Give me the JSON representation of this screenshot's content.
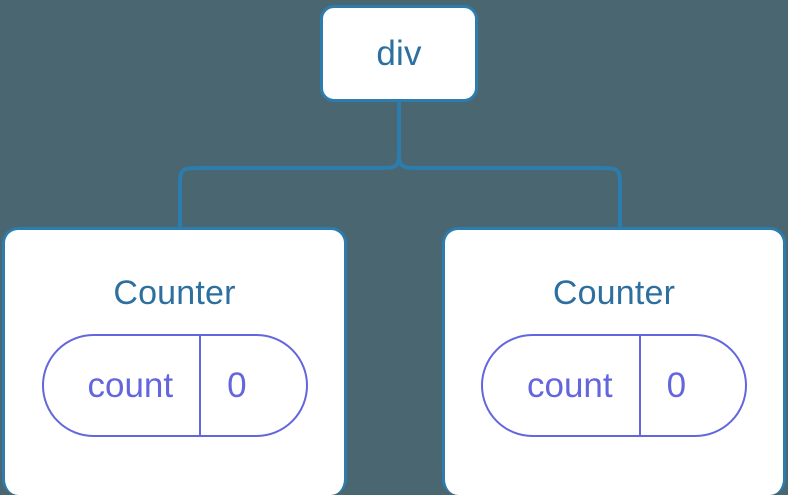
{
  "diagram": {
    "type": "component-tree",
    "background_color": "#4a6670",
    "node_border_color": "#2c7cad",
    "node_fill_color": "#ffffff",
    "title_text_color": "#2d6f9e",
    "state_accent_color": "#6366dd",
    "connector_color": "#2c7cad"
  },
  "root": {
    "label": "div"
  },
  "children": [
    {
      "label": "Counter",
      "state": {
        "key": "count",
        "value": "0"
      }
    },
    {
      "label": "Counter",
      "state": {
        "key": "count",
        "value": "0"
      }
    }
  ]
}
